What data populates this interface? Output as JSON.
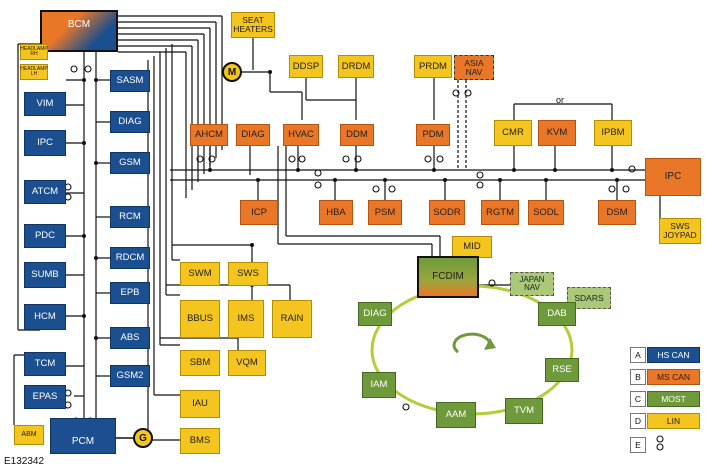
{
  "figure_id": "E132342",
  "modules": {
    "bcm": "BCM",
    "headlamp_rh": "HEADLAMP\nRH",
    "headlamp_lh": "HEADLAMP\nLH",
    "sasm": "SASM",
    "vim": "VIM",
    "diag_left": "DIAG",
    "ipc_left": "IPC",
    "gsm": "GSM",
    "atcm": "ATCM",
    "rcm": "RCM",
    "pdc": "PDC",
    "rdcm": "RDCM",
    "sumb": "SUMB",
    "epb": "EPB",
    "hcm": "HCM",
    "abs": "ABS",
    "tcm": "TCM",
    "gsm2": "GSM2",
    "epas": "EPAS",
    "abm": "ABM",
    "pcm": "PCM",
    "seat_heaters": "SEAT\nHEATERS",
    "ddsp": "DDSP",
    "drdm": "DRDM",
    "prdm": "PRDM",
    "asia_nav": "ASIA\nNAV",
    "ahcm": "AHCM",
    "diag_ms": "DIAG",
    "hvac": "HVAC",
    "ddm": "DDM",
    "pdm": "PDM",
    "cmr": "CMR",
    "kvm": "KVM",
    "ipbm": "IPBM",
    "or_label": "or",
    "ipc_right": "IPC",
    "sws_joypad": "SWS\nJOYPAD",
    "icp": "ICP",
    "hba": "HBA",
    "psm": "PSM",
    "sodr": "SODR",
    "rgtm": "RGTM",
    "sodl": "SODL",
    "dsm": "DSM",
    "swm": "SWM",
    "sws": "SWS",
    "bbus": "BBUS",
    "ims": "IMS",
    "rain": "RAIN",
    "sbm": "SBM",
    "vqm": "VQM",
    "iau": "IAU",
    "bms": "BMS",
    "mid": "MID",
    "fcdim": "FCDIM",
    "japan_nav": "JAPAN\nNAV",
    "sdars": "SDARS",
    "diag_most": "DIAG",
    "dab": "DAB",
    "rse": "RSE",
    "iam": "IAM",
    "aam": "AAM",
    "tvm": "TVM",
    "motor": "M",
    "generator": "G"
  },
  "legend": [
    {
      "letter": "A",
      "label": "HS CAN",
      "color": "#1b4f8f"
    },
    {
      "letter": "B",
      "label": "MS CAN",
      "color": "#ea7727"
    },
    {
      "letter": "C",
      "label": "MOST",
      "color": "#6f9a3c"
    },
    {
      "letter": "D",
      "label": "LIN",
      "color": "#f4c41f"
    },
    {
      "letter": "E",
      "label": "",
      "icon": "termination-resistor-icon"
    }
  ]
}
